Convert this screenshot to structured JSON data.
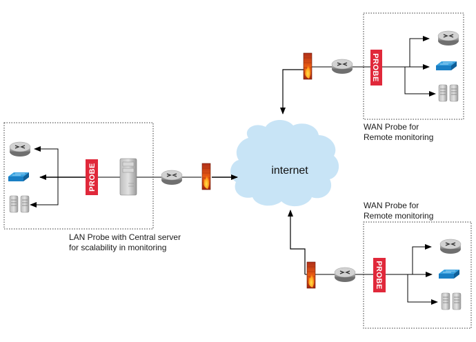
{
  "diagram": {
    "cloud": {
      "label": "internet",
      "color": "#c8e4f6"
    },
    "probe_label": "PROBE",
    "probe_color": "#e0283a",
    "switch_color": "#1a7fc4",
    "groups": {
      "lan": {
        "caption_line1": "LAN Probe with Central server",
        "caption_line2": "for scalability in monitoring"
      },
      "wan_top": {
        "caption_line1": "WAN Probe for",
        "caption_line2": "Remote monitoring"
      },
      "wan_bottom": {
        "caption_line1": "WAN Probe for",
        "caption_line2": "Remote monitoring"
      }
    }
  }
}
